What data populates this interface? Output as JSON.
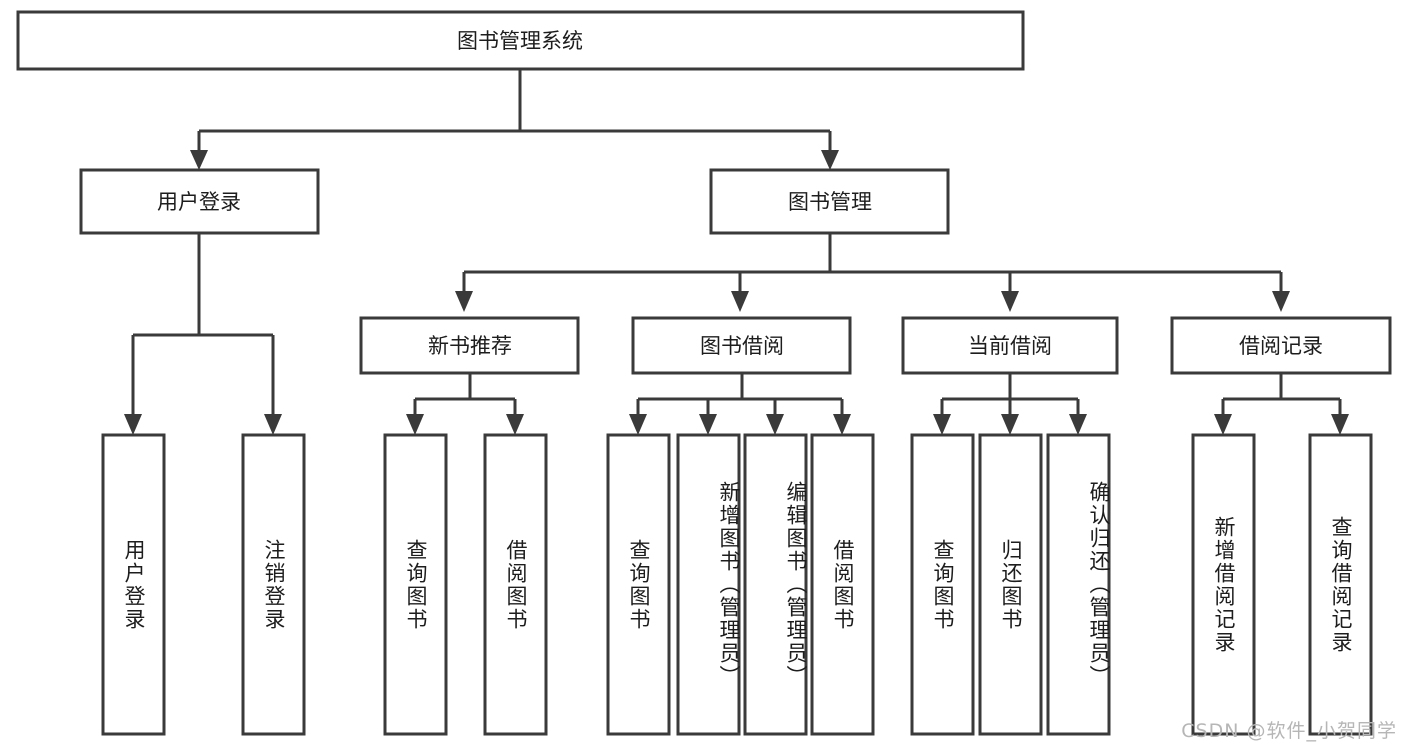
{
  "diagram": {
    "title": "图书管理系统",
    "type": "tree-hierarchy-flowchart",
    "colors": {
      "box_stroke": "#3a3a3a",
      "box_fill": "#ffffff",
      "text": "#1d1d1d",
      "background": "#ffffff",
      "watermark": "#b6b6b6"
    },
    "root": {
      "label": "图书管理系统"
    },
    "level2": [
      {
        "label": "用户登录"
      },
      {
        "label": "图书管理"
      }
    ],
    "level3": [
      {
        "label": "新书推荐"
      },
      {
        "label": "图书借阅"
      },
      {
        "label": "当前借阅"
      },
      {
        "label": "借阅记录"
      }
    ],
    "leaves": {
      "user_login": [
        {
          "label": "用户登录"
        },
        {
          "label": "注销登录"
        }
      ],
      "new_book_recommend": [
        {
          "label": "查询图书"
        },
        {
          "label": "借阅图书"
        }
      ],
      "book_borrow": [
        {
          "label": "查询图书"
        },
        {
          "label": "新增图书（管理员）"
        },
        {
          "label": "编辑图书（管理员）"
        },
        {
          "label": "借阅图书"
        }
      ],
      "current_borrow": [
        {
          "label": "查询图书"
        },
        {
          "label": "归还图书"
        },
        {
          "label": "确认归还（管理员）"
        }
      ],
      "borrow_records": [
        {
          "label": "新增借阅记录"
        },
        {
          "label": "查询借阅记录"
        }
      ]
    }
  },
  "watermark": {
    "text": "CSDN @软件_小贺同学"
  }
}
